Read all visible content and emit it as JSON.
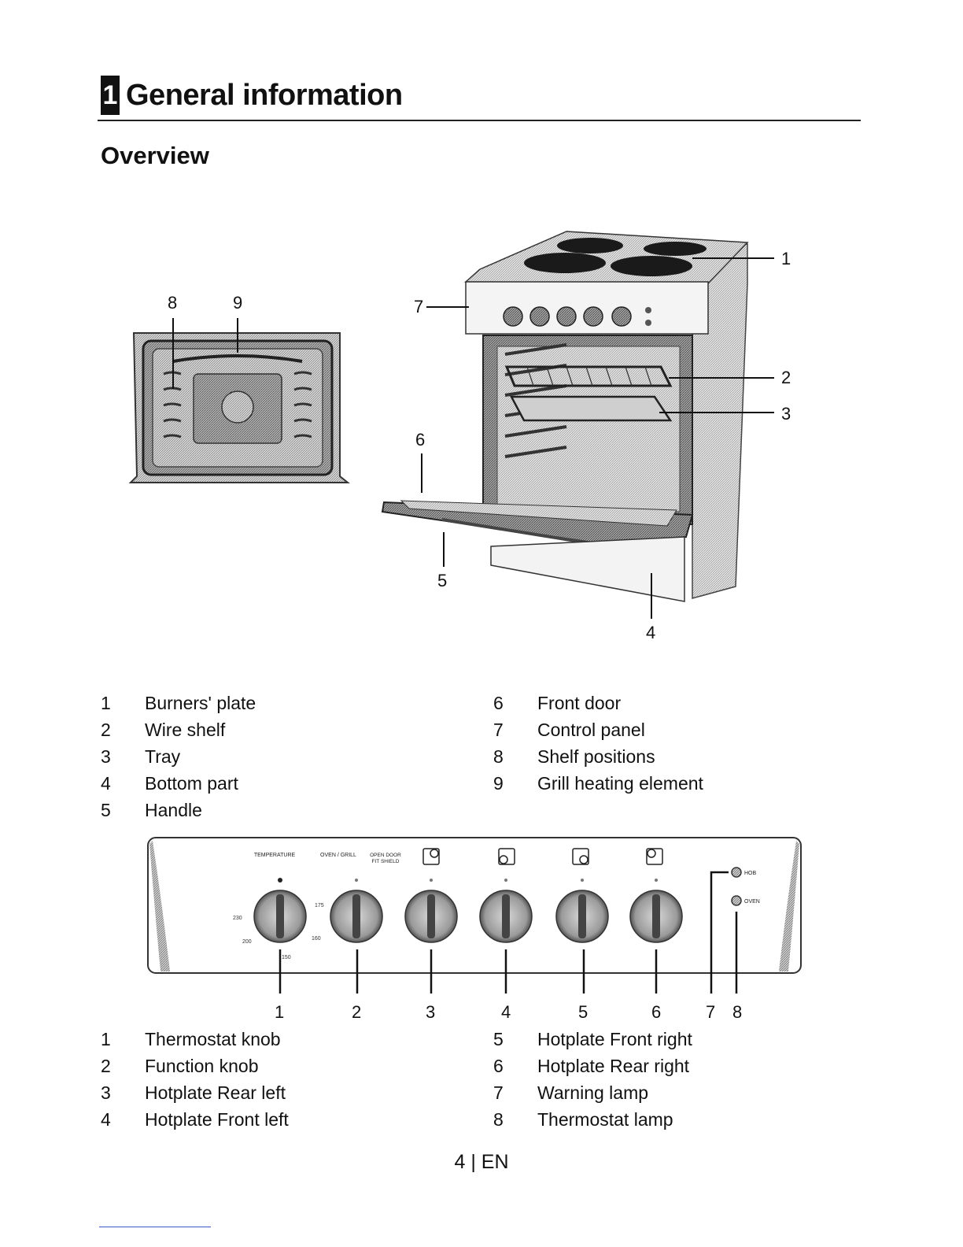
{
  "chapter": {
    "number": "1",
    "title": "General information"
  },
  "section": {
    "title": "Overview"
  },
  "overview_callouts": [
    "1",
    "2",
    "3",
    "4",
    "5",
    "6",
    "7",
    "8",
    "9"
  ],
  "overview_legend_left": [
    {
      "num": "1",
      "label": "Burners' plate"
    },
    {
      "num": "2",
      "label": "Wire shelf"
    },
    {
      "num": "3",
      "label": "Tray"
    },
    {
      "num": "4",
      "label": "Bottom part"
    },
    {
      "num": "5",
      "label": "Handle"
    }
  ],
  "overview_legend_right": [
    {
      "num": "6",
      "label": "Front door"
    },
    {
      "num": "7",
      "label": "Control panel"
    },
    {
      "num": "8",
      "label": "Shelf positions"
    },
    {
      "num": "9",
      "label": "Grill heating element"
    }
  ],
  "panel_labels": {
    "temperature": "TEMPERATURE",
    "oven_grill": "OVEN / GRILL",
    "open_door_1": "OPEN DOOR",
    "open_door_2": "FIT SHIELD",
    "hob": "HOB",
    "oven": "OVEN",
    "t230": "230",
    "t200": "200",
    "t175": "175",
    "t160": "160",
    "t150": "150"
  },
  "panel_callouts": [
    "1",
    "2",
    "3",
    "4",
    "5",
    "6",
    "7",
    "8"
  ],
  "panel_legend_left": [
    {
      "num": "1",
      "label": "Thermostat knob"
    },
    {
      "num": "2",
      "label": "Function knob"
    },
    {
      "num": "3",
      "label": "Hotplate Rear left"
    },
    {
      "num": "4",
      "label": "Hotplate Front left"
    }
  ],
  "panel_legend_right": [
    {
      "num": "5",
      "label": "Hotplate Front right"
    },
    {
      "num": "6",
      "label": "Hotplate Rear right"
    },
    {
      "num": "7",
      "label": "Warning lamp"
    },
    {
      "num": "8",
      "label": "Thermostat lamp"
    }
  ],
  "footer": {
    "page": "4",
    "lang": "EN"
  }
}
